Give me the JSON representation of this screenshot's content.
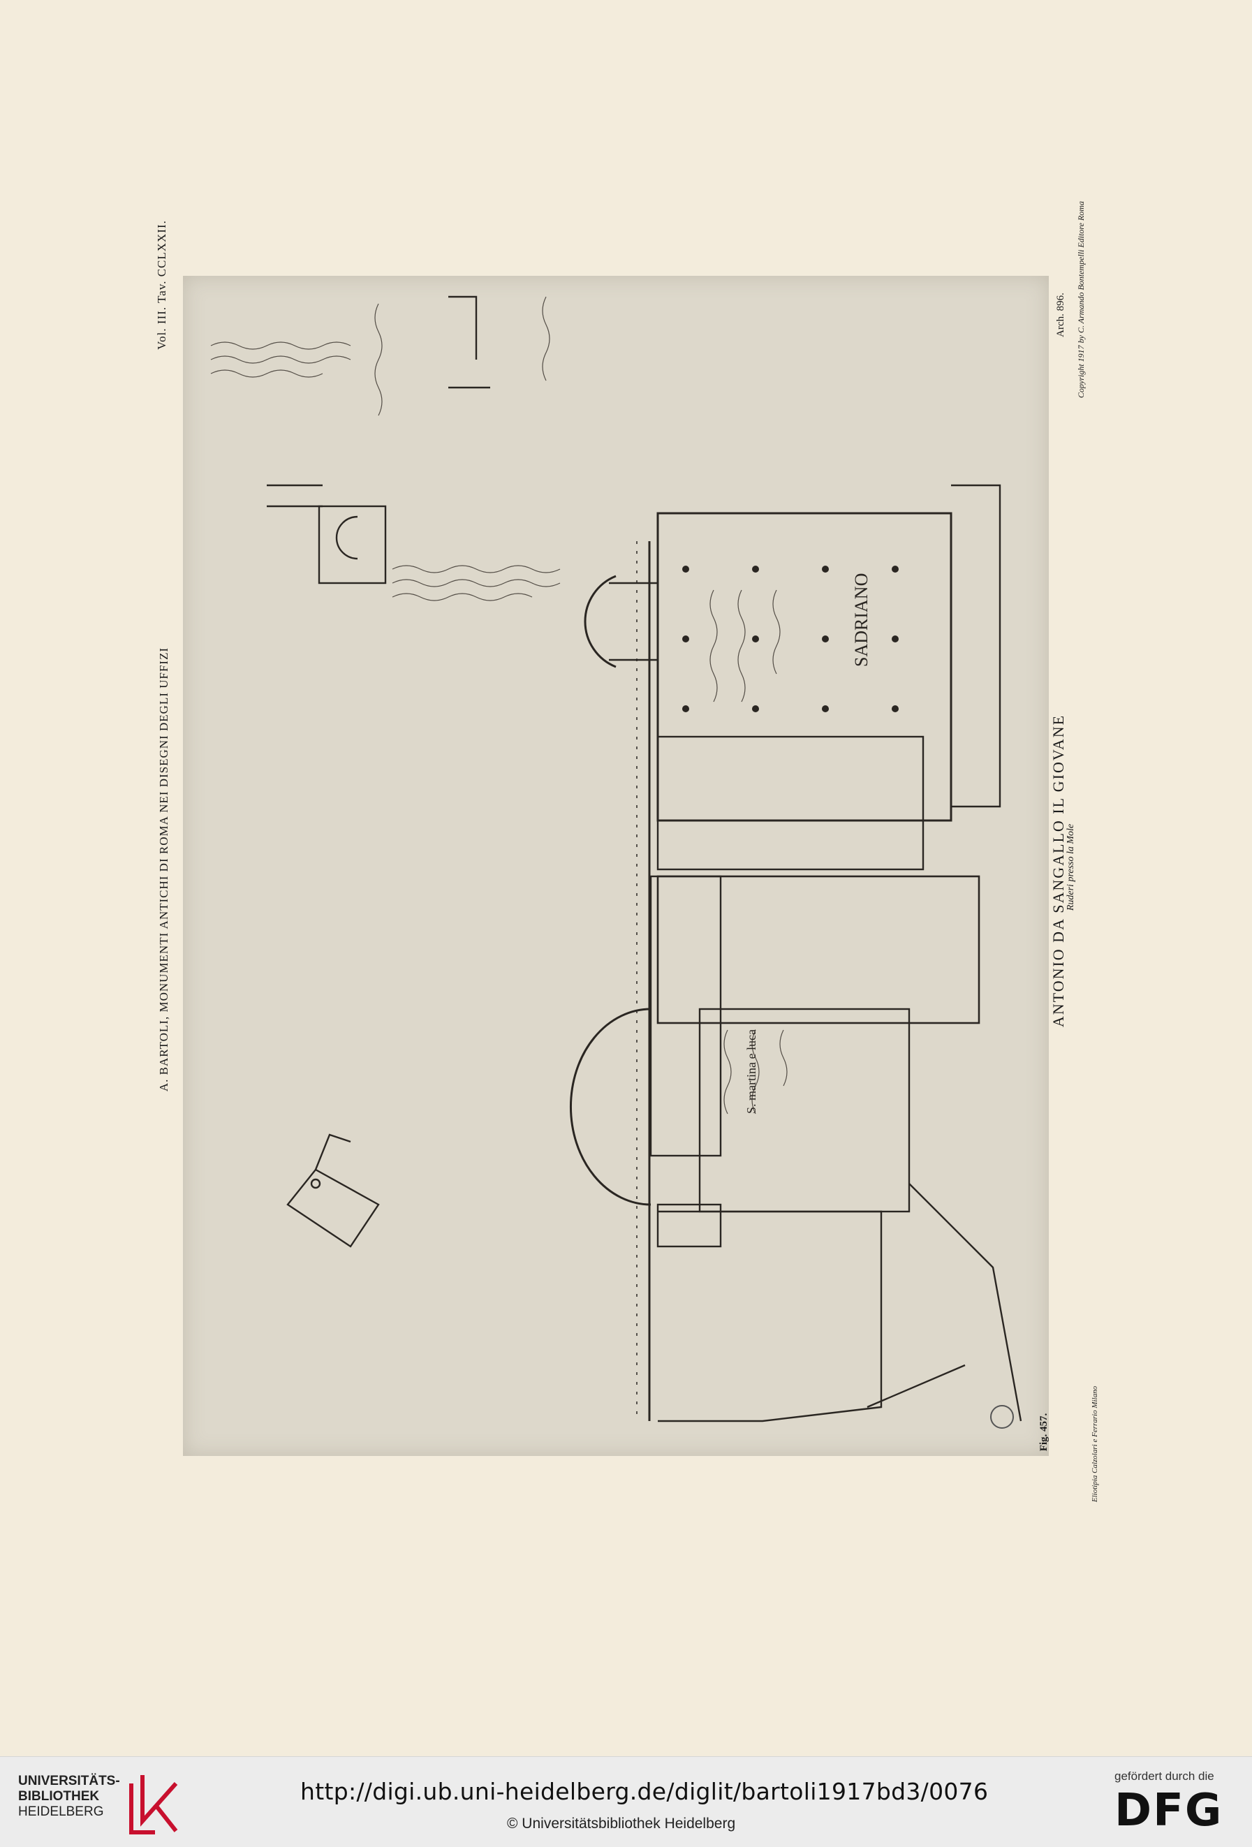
{
  "header": {
    "left_vertical": "A. BARTOLI, MONUMENTI ANTICHI DI ROMA NEI DISEGNI DEGLI UFFIZI",
    "top_vertical": "Vol. III. Tav. CCLXXII."
  },
  "caption": {
    "title": "ANTONIO DA SANGALLO IL GIOVANE",
    "subtitle": "Ruderi presso la Mole",
    "fig": "Fig. 457.",
    "arch": "Arch. 896.",
    "copyright": "Copyright 1917 by C. Armando Bontempelli Editore Roma",
    "printer": "Eliotipia Calzolari e Ferrario Milano"
  },
  "drawing_labels": {
    "sadriano": "SADRIANO",
    "santa_martina": "S. martina e luca"
  },
  "footer": {
    "logo_line1": "UNIVERSITÄTS-",
    "logo_line2": "BIBLIOTHEK",
    "logo_line3": "HEIDELBERG",
    "url": "http://digi.ub.uni-heidelberg.de/diglit/bartoli1917bd3/0076",
    "copyright": "© Universitätsbibliothek Heidelberg",
    "funded_by": "gefördert durch die",
    "dfg": "DFG"
  },
  "colors": {
    "paper": "#f3ecdc",
    "plate": "#ddd8cb",
    "ink": "#2a2622",
    "logo_red": "#c8102e"
  }
}
